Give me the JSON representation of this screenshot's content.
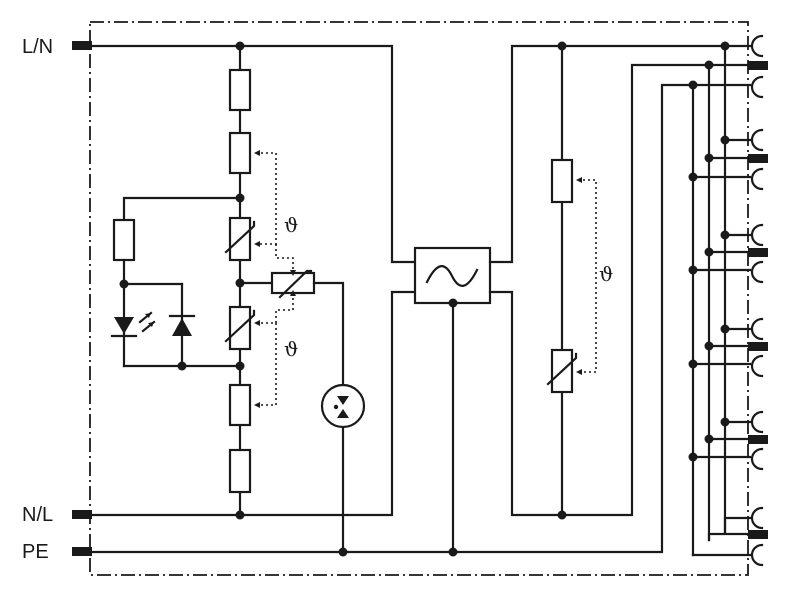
{
  "terminals": {
    "ln": "L/N",
    "nl": "N/L",
    "pe": "PE"
  },
  "symbols": {
    "theta_left_upper": "ϑ",
    "theta_left_lower": "ϑ",
    "theta_right": "ϑ"
  }
}
